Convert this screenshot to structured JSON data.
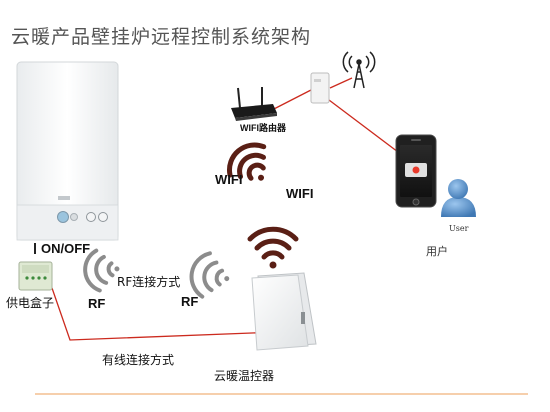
{
  "title": "云暖产品壁挂炉远程控制系统架构",
  "labels": {
    "wifi_router": "WIFI路由器",
    "wifi_left": "WIFI",
    "wifi_right": "WIFI",
    "user_badge": "User",
    "user": "用户",
    "on_off": "ON/OFF",
    "power_box": "供电盒子",
    "rf_connection": "RF连接方式",
    "rf_left": "RF",
    "rf_right": "RF",
    "wired_connection": "有线连接方式",
    "thermostat": "云暖温控器"
  },
  "colors": {
    "link_line": "#cc2a1e",
    "wifi_signal": "#5a1f15",
    "rf_signal": "#8c8c8c",
    "footer_line": "#f0b27a"
  }
}
